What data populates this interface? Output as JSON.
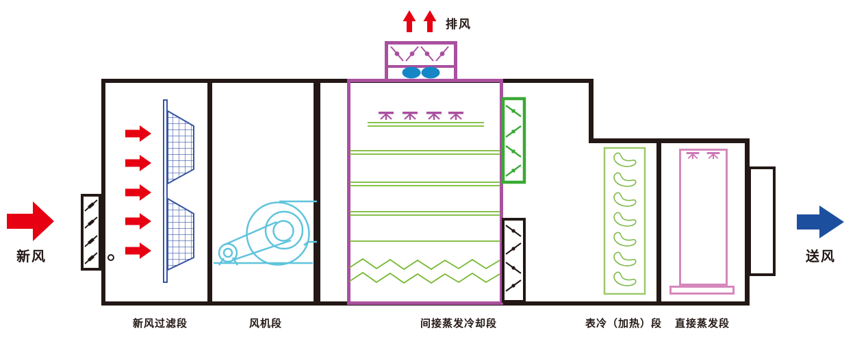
{
  "diagram": {
    "type": "air-handling-unit-schematic",
    "flows": {
      "fresh_air": {
        "label": "新风",
        "direction": "right",
        "color": "#e60012"
      },
      "exhaust_air": {
        "label": "排风",
        "direction": "up",
        "color": "#e60012"
      },
      "supply_air": {
        "label": "送风",
        "direction": "right",
        "color": "#1d4f9f"
      }
    },
    "sections": [
      {
        "id": "fresh-air-filter",
        "label": "新风过滤段"
      },
      {
        "id": "fan-section",
        "label": "风机段"
      },
      {
        "id": "indirect-evaporative-cooling",
        "label": "间接蒸发冷却段"
      },
      {
        "id": "surface-cooling-heating",
        "label": "表冷（加热）段"
      },
      {
        "id": "direct-evaporation",
        "label": "直接蒸发段"
      }
    ],
    "colors": {
      "red": "#e60012",
      "supply_blue": "#1d4f9f",
      "fan_cyan": "#5fc4dc",
      "filter_blue": "#3854a4",
      "purple": "#a9509f",
      "pink": "#d687bd",
      "pink_nozzle": "#cb79b6",
      "damper_green": "#3aa935",
      "line_green": "#76b831",
      "coil_green": "#7dbb4a",
      "coil_box_green": "#9cc96a",
      "propeller_blue": "#1587c6",
      "ink": "#231815"
    }
  }
}
